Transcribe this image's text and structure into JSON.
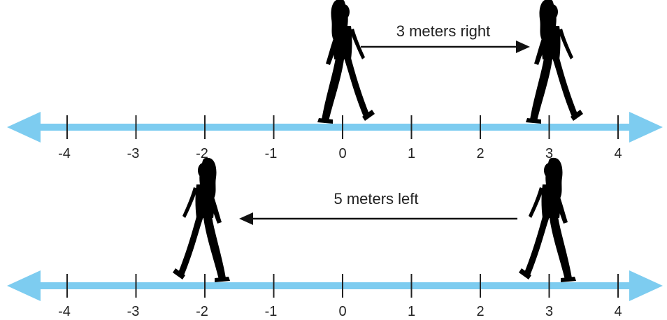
{
  "number_lines": [
    {
      "ticks": [
        "-4",
        "-3",
        "-2",
        "-1",
        "0",
        "1",
        "2",
        "3",
        "4"
      ],
      "movement": {
        "label": "3 meters right",
        "from": 0,
        "to": 3,
        "direction": "right"
      }
    },
    {
      "ticks": [
        "-4",
        "-3",
        "-2",
        "-1",
        "0",
        "1",
        "2",
        "3",
        "4"
      ],
      "movement": {
        "label": "5 meters left",
        "from": 3,
        "to": -2,
        "direction": "left"
      }
    }
  ],
  "colors": {
    "number_line": "#7DCCF0",
    "ghost_figure": "#C4C4C4",
    "shirt": "#FBEA7A",
    "jeans": "#2F7CC3",
    "skin": "#8A5A3A",
    "hair": "#6B3A1E",
    "arrow": "#111111"
  }
}
